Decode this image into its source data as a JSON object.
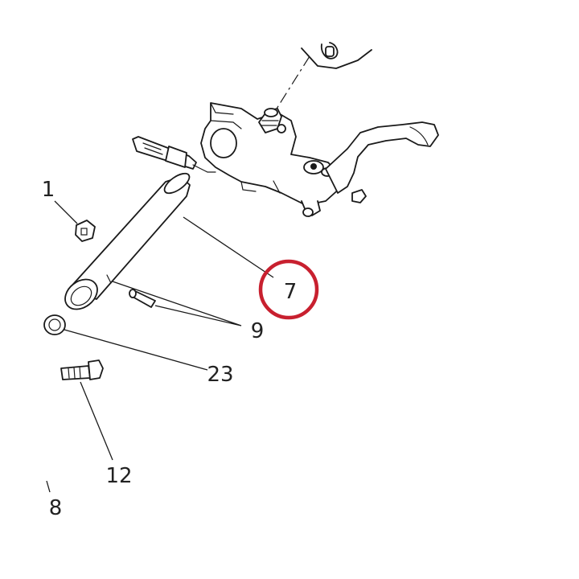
{
  "callouts": {
    "part_1": "1",
    "part_7": "7",
    "part_9": "9",
    "part_23": "23",
    "part_12": "12",
    "part_8": "8"
  },
  "highlight": {
    "target": "7",
    "color": "#c8202f"
  }
}
